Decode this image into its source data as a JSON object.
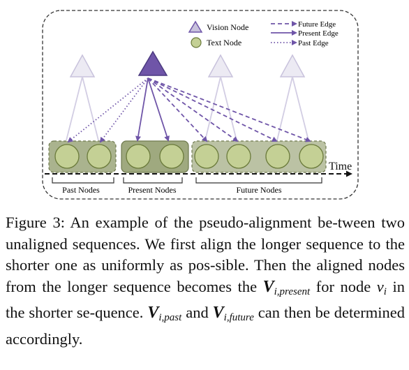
{
  "legend": {
    "vision_node": "Vision Node",
    "text_node": "Text Node",
    "future_edge": "Future Edge",
    "present_edge": "Present Edge",
    "past_edge": "Past Edge"
  },
  "axis": {
    "time_label": "Time"
  },
  "groups": {
    "past": "Past Nodes",
    "present": "Present Nodes",
    "future": "Future Nodes"
  },
  "caption": {
    "prefix": "Figure 3:  An example of the pseudo-alignment be-tween two unaligned sequences.  We first align the longer sequence to the shorter one as uniformly as pos-sible. Then the aligned nodes from the longer sequence becomes the ",
    "sym1": "V",
    "sub1": "i,present",
    "mid1": " for node ",
    "var": "v",
    "var_sub": "i",
    "mid2": " in the shorter se-quence. ",
    "sym2": "V",
    "sub2": "i,past",
    "mid3": " and ",
    "sym3": "V",
    "sub3": "i,future",
    "suffix": " can then be determined accordingly."
  },
  "colors": {
    "purple": "#6f55a8",
    "purple_light": "#c8c2dc",
    "node_fill": "#c4d095",
    "node_stroke": "#6a7a3a",
    "group_fill": "#8e9a68",
    "group_stroke": "#6f7a4f"
  }
}
